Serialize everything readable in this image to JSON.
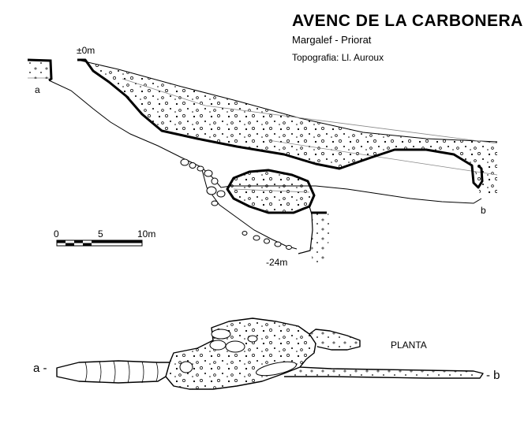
{
  "header": {
    "title": "AVENC DE LA CARBONERA",
    "location": "Margalef - Priorat",
    "credit": "Topografia: Ll. Auroux"
  },
  "section": {
    "entrance_label": "a",
    "exit_label": "b",
    "top_depth_label": "±0m",
    "bottom_depth_label": "-24m"
  },
  "scale": {
    "ticks": [
      "0",
      "5",
      "10m"
    ]
  },
  "plan": {
    "title": "PLANTA",
    "left_label": "a -",
    "right_label": "- b"
  },
  "colors": {
    "ink": "#000000",
    "paper": "#ffffff"
  }
}
